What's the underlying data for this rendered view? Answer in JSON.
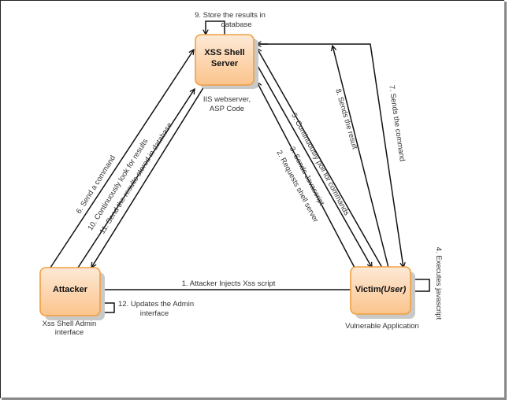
{
  "diagram": {
    "nodes": {
      "server": {
        "title_line1": "XSS Shell",
        "title_line2": "Server",
        "caption_line1": "IIS webserver,",
        "caption_line2": "ASP Code"
      },
      "attacker": {
        "title": "Attacker",
        "caption_line1": "Xss Shell Admin",
        "caption_line2": "interface"
      },
      "victim": {
        "title": "Victim",
        "title_italic": "(User)",
        "caption": "Vulnerable Application"
      }
    },
    "edges": {
      "e1": "1. Attacker Injects Xss script",
      "e2": "2. Requests shell server",
      "e3": "3. Sends Javascript",
      "e4": "4. Executes javascript",
      "e5": "5. Continuously poll for commands",
      "e6": "6. Send a command",
      "e7": "7. Sends the command",
      "e8": "8. Sends the result",
      "e9_line1": "9. Store the results in",
      "e9_line2": "database",
      "e10": "10. Continuously look for results",
      "e11": "11. Send the results stored in database",
      "e12_line1": "12. Updates the Admin",
      "e12_line2": "interface"
    },
    "colors": {
      "node_fill_top": "#fde8d4",
      "node_fill_bottom": "#fbc48e",
      "node_border": "#f0a040",
      "shadow": "#c8c8c8",
      "line": "#111111"
    }
  }
}
